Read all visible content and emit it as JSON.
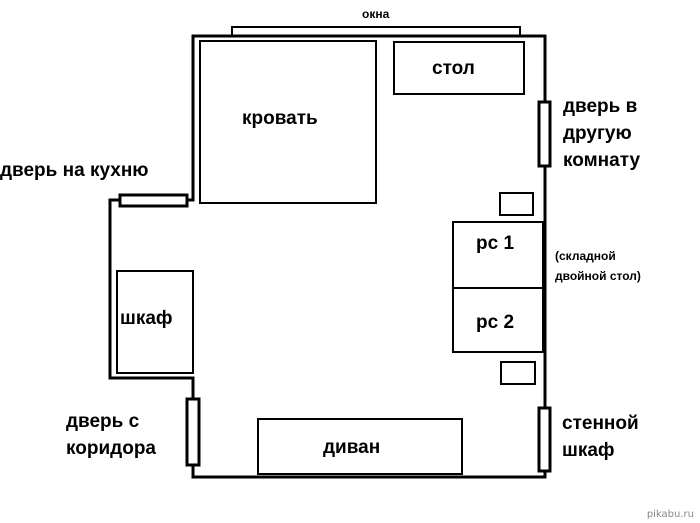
{
  "labels": {
    "windows": "окна",
    "desk": "стол",
    "bed": "кровать",
    "door_other_room": [
      "дверь в",
      "другую",
      "комнату"
    ],
    "door_kitchen": "дверь на кухню",
    "pc1": "pc 1",
    "pc2": "pc 2",
    "folding_table": [
      "(складной",
      "двойной стол)"
    ],
    "wardrobe": "шкаф",
    "door_corridor": [
      "дверь с",
      "коридора"
    ],
    "wall_closet": [
      "стенной",
      "шкаф"
    ],
    "sofa": "диван"
  },
  "watermark": "pikabu.ru",
  "colors": {
    "line": "#000000",
    "background": "#ffffff"
  }
}
